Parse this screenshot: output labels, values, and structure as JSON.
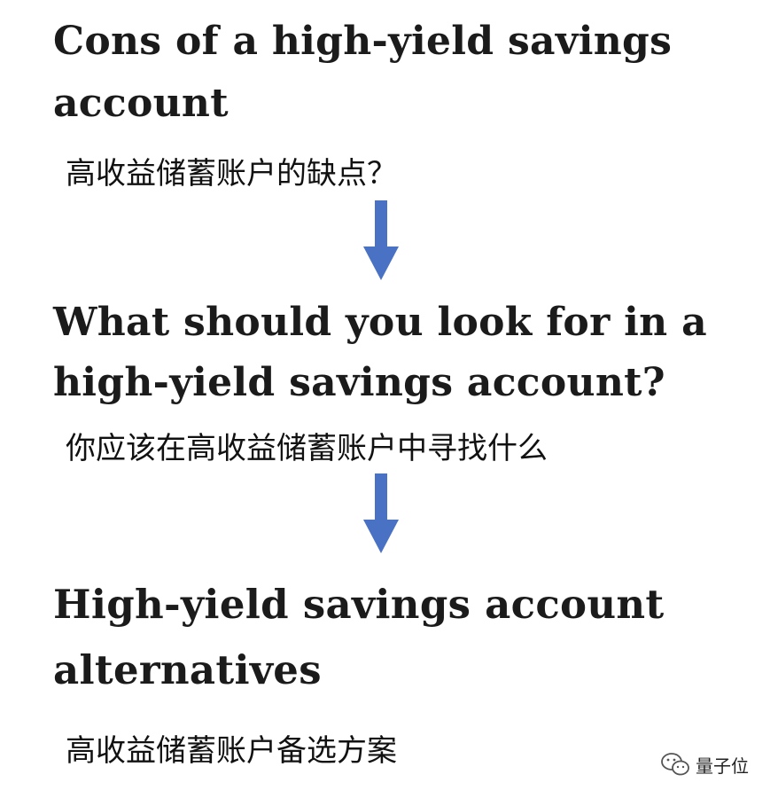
{
  "headings": {
    "h1": "Cons of a high-yield savings\naccount",
    "h2": "What should you look for in a\nhigh-yield savings account?",
    "h3": "High-yield savings account\nalternatives"
  },
  "translations": {
    "t1": "高收益储蓄账户的缺点？",
    "t2": "你应该在高收益储蓄账户中寻找什么",
    "t3": "高收益储蓄账户备选方案"
  },
  "watermark": {
    "text": "量子位",
    "icon": "wechat-icon"
  },
  "colors": {
    "arrow": "#4a72c4",
    "heading": "#1b1b1b"
  }
}
